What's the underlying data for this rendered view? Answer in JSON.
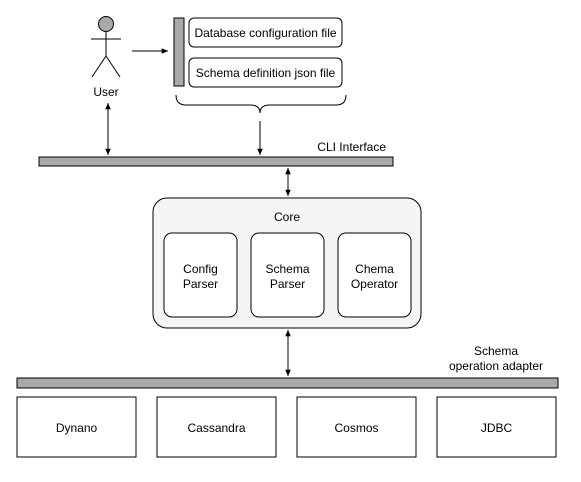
{
  "actor": {
    "label": "User"
  },
  "files": {
    "items": [
      "Database configuration file",
      "Schema definition json file"
    ]
  },
  "cli": {
    "label": "CLI Interface"
  },
  "core": {
    "label": "Core",
    "modules": [
      {
        "line1": "Config",
        "line2": "Parser"
      },
      {
        "line1": "Schema",
        "line2": "Parser"
      },
      {
        "line1": "Chema",
        "line2": "Operator"
      }
    ]
  },
  "adapter": {
    "line1": "Schema",
    "line2": "operation adapter"
  },
  "backends": [
    "Dynano",
    "Cassandra",
    "Cosmos",
    "JDBC"
  ],
  "colors": {
    "bar_fill": "#a9a9a9",
    "core_fill": "#f5f5f5",
    "actor_head": "#a9a9a9"
  }
}
